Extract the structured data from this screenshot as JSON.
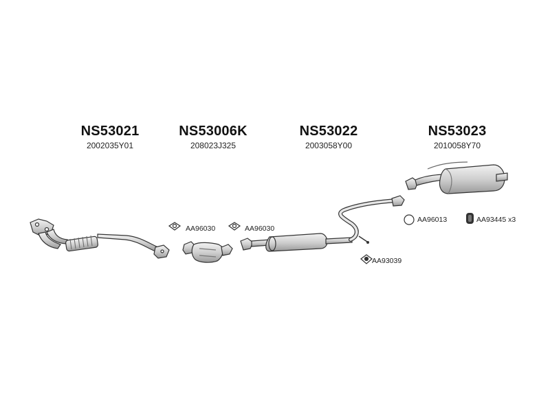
{
  "groups": [
    {
      "part": "NS53021",
      "oem": "2002035Y01"
    },
    {
      "part": "NS53006K",
      "oem": "208023J325"
    },
    {
      "part": "NS53022",
      "oem": "2003058Y00"
    },
    {
      "part": "NS53023",
      "oem": "2010058Y70"
    }
  ],
  "accessories": [
    {
      "code": "AA96030"
    },
    {
      "code": "AA96030"
    },
    {
      "code": "AA96013"
    },
    {
      "code": "AA93445 x3"
    },
    {
      "code": "AA93039"
    }
  ],
  "colors": {
    "line": "#333333",
    "fill": "#d9d9d9",
    "dark": "#555555"
  }
}
